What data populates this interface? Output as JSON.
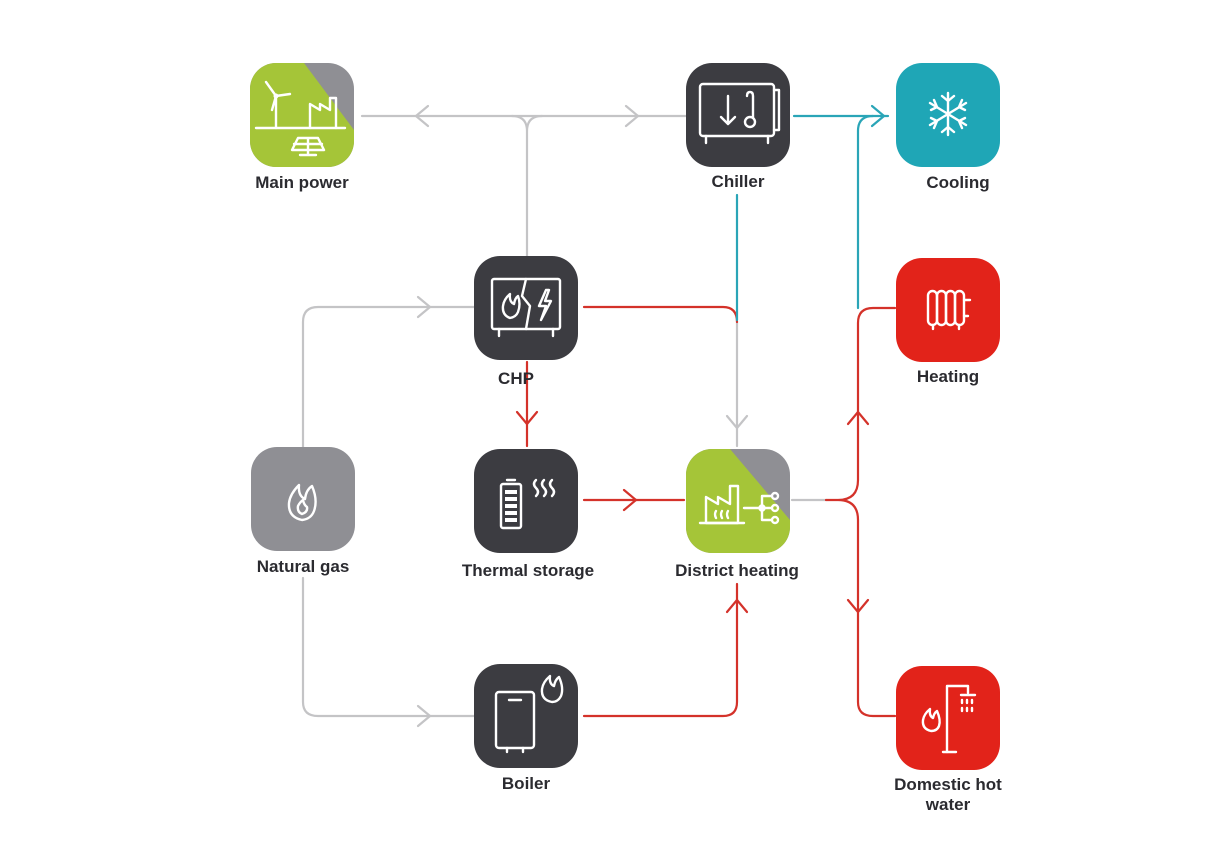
{
  "colors": {
    "dark": "#3c3c41",
    "gray": "#8f8f94",
    "green": "#a5c538",
    "teal": "#1fa6b6",
    "red": "#e2231a",
    "line_gray": "#c4c4c6",
    "line_red": "#d4322a",
    "line_teal": "#2aa5b7",
    "label": "#2b2b30"
  },
  "nodes": {
    "main_power": {
      "label": "Main power",
      "icon": "wind-turbine-factory-solar-icon"
    },
    "chiller": {
      "label": "Chiller",
      "icon": "chiller-thermometer-icon"
    },
    "cooling": {
      "label": "Cooling",
      "icon": "snowflake-icon"
    },
    "chp": {
      "label": "CHP",
      "icon": "flame-lightning-icon"
    },
    "heating": {
      "label": "Heating",
      "icon": "radiator-icon"
    },
    "natural_gas": {
      "label": "Natural gas",
      "icon": "flame-icon"
    },
    "thermal_storage": {
      "label": "Thermal storage",
      "icon": "battery-heat-icon"
    },
    "district_heating": {
      "label": "District heating",
      "icon": "factory-network-icon"
    },
    "boiler": {
      "label": "Boiler",
      "icon": "boiler-icon"
    },
    "domestic_hot_water": {
      "label_line1": "Domestic hot",
      "label_line2": "water",
      "icon": "shower-flame-icon"
    }
  }
}
